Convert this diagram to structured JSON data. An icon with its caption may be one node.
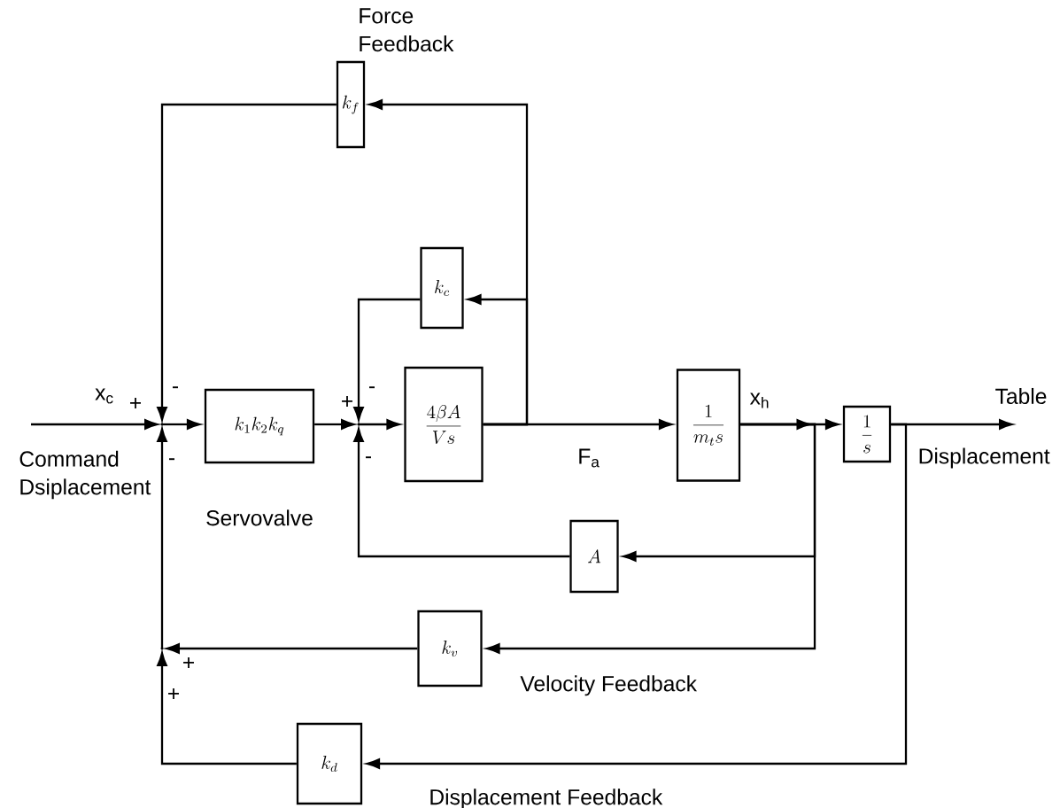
{
  "diagram": {
    "nodes": [
      {
        "text": [
          "k_f"
        ],
        "beside": [
          "Force Feedback"
        ]
      },
      {
        "text": [
          "k_c"
        ]
      },
      {
        "text": [],
        "shape": "point"
      },
      {
        "text": [
          "k_1 k_2 k_q"
        ],
        "beside": [
          "Servovalve"
        ]
      },
      {
        "text": [],
        "shape": "point"
      },
      {
        "text": [
          "\\frac{4\\beta A}{V s}"
        ]
      },
      {
        "text": [
          "\\frac{1}{m_t s}"
        ]
      },
      {
        "text": [
          "\\frac{1}{s}"
        ]
      },
      {
        "text": [
          "A"
        ]
      },
      {
        "text": [
          "k_v"
        ],
        "beside": [
          "Velocity Feedback"
        ]
      },
      {
        "text": [],
        "shape": "point"
      },
      {
        "text": [
          "k_d"
        ],
        "beside": [
          "Displacement Feedback"
        ]
      }
    ],
    "edges": [
      {
        "from": null,
        "to": 2,
        "arrow": "to",
        "label": "x$_{c}$"
      },
      {
        "from": 0,
        "to": 2,
        "arrow": "to"
      },
      {
        "from": 10,
        "to": 2,
        "arrow": "to"
      },
      {
        "from": 2,
        "to": 3,
        "arrow": "to"
      },
      {
        "from": 3,
        "to": 4,
        "arrow": "to"
      },
      {
        "from": 1,
        "to": 4,
        "arrow": "to"
      },
      {
        "from": 8,
        "to": 4,
        "arrow": "to"
      },
      {
        "from": 4,
        "to": 5,
        "arrow": "to"
      },
      {
        "from": 5,
        "to": 6,
        "arrow": "to",
        "label": "F$_{a}$"
      },
      {
        "from": 5,
        "to": 0,
        "arrow": "to"
      },
      {
        "from": 5,
        "to": 1,
        "arrow": "to"
      },
      {
        "from": 6,
        "to": 7,
        "arrow": "to",
        "label": "x$_{h}$"
      },
      {
        "from": 6,
        "to": 8,
        "arrow": "to"
      },
      {
        "from": 6,
        "to": 9,
        "arrow": "to"
      },
      {
        "from": 7,
        "to": null,
        "arrow": "to"
      },
      {
        "from": 7,
        "to": 11,
        "arrow": "to"
      },
      {
        "from": 9,
        "to": 10,
        "arrow": "to"
      },
      {
        "from": 11,
        "to": 10,
        "arrow": "to"
      }
    ],
    "labels": [
      "-",
      "-",
      "+",
      "+",
      "Table",
      "Command Dsiplacement",
      "-",
      "-",
      "Displacement",
      "+",
      "+"
    ]
  }
}
